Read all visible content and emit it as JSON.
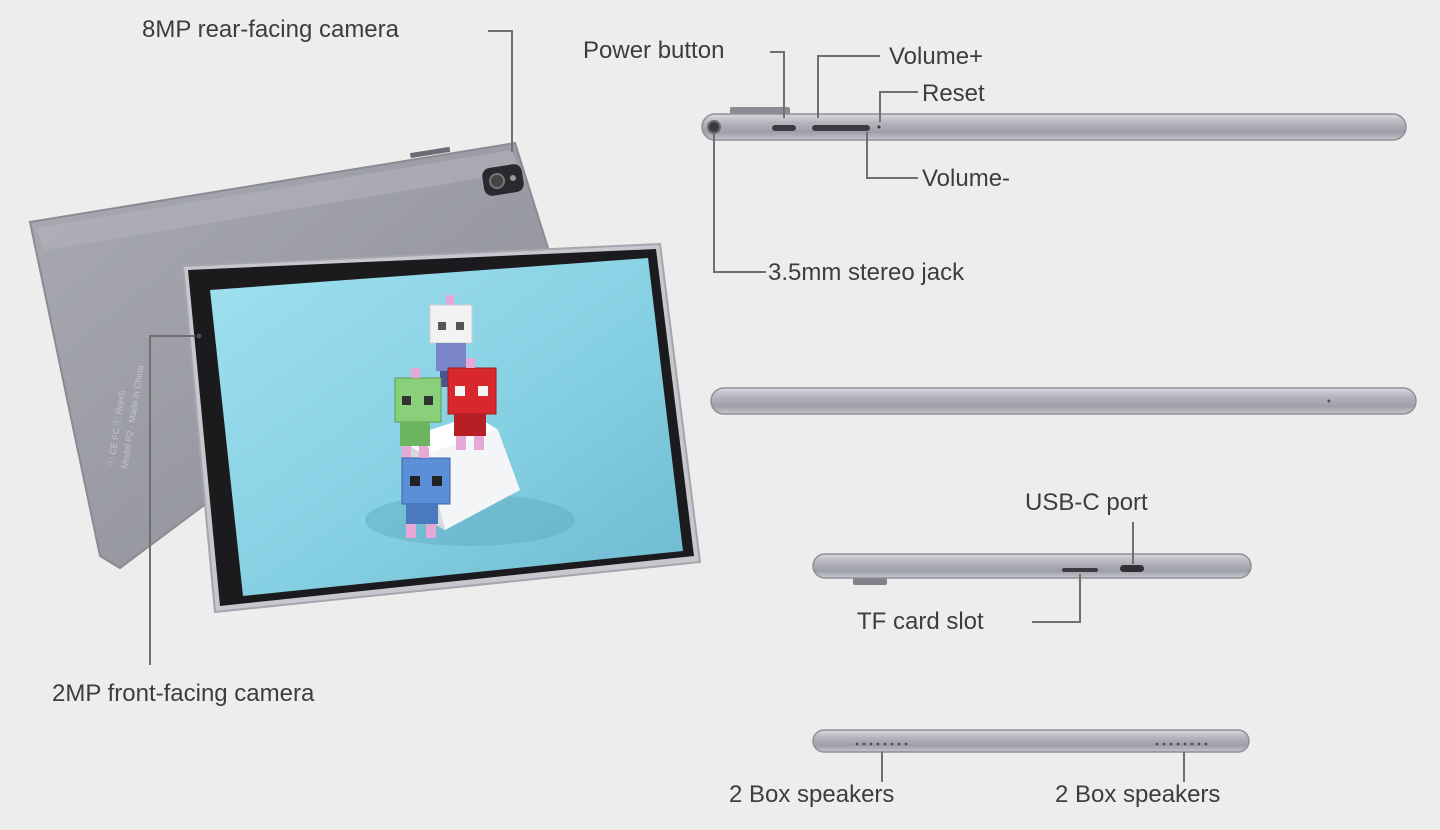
{
  "labels": {
    "rear_camera": "8MP rear-facing camera",
    "front_camera": "2MP front-facing camera",
    "power_button": "Power button",
    "volume_up": "Volume+",
    "reset": "Reset",
    "volume_down": "Volume-",
    "stereo_jack": "3.5mm stereo jack",
    "usb_c_port": "USB-C port",
    "tf_card_slot": "TF card slot",
    "speakers_left": "2 Box speakers",
    "speakers_right": "2 Box speakers"
  },
  "colors": {
    "background": "#ededed",
    "label_text": "#3d3d3d",
    "leader_line": "#6f6f6f",
    "device_body": "#9c9da6",
    "screen_sky": "#8fd6e6"
  },
  "icons": {
    "camera": "camera-lens-icon"
  }
}
